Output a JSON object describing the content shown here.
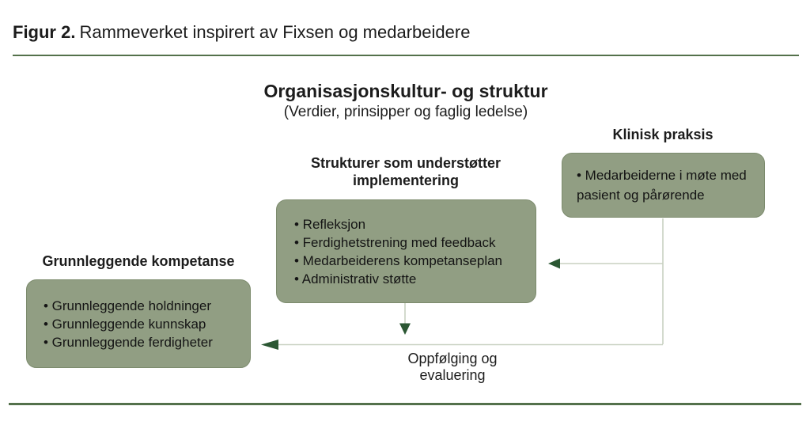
{
  "figure": {
    "label": "Figur 2.",
    "title": "Rammeverket inspirert av Fixsen og medarbeidere"
  },
  "diagram": {
    "org_culture": {
      "heading": "Organisasjonskultur- og struktur",
      "subheading": "(Verdier, prinsipper og faglig ledelse)"
    },
    "klinisk_praksis": {
      "heading": "Klinisk praksis",
      "box_text": "• Medarbeiderne i møte med pasient og pårørende"
    },
    "strukturer": {
      "heading_line1": "Strukturer som understøtter",
      "heading_line2": "implementering",
      "bullets": [
        "• Refleksjon",
        "• Ferdighetstrening med feedback",
        "• Medarbeiderens kompetanseplan",
        "• Administrativ støtte"
      ]
    },
    "grunnleggende": {
      "heading": "Grunnleggende kompetanse",
      "bullets": [
        "• Grunnleggende holdninger",
        "• Grunnleggende kunnskap",
        "• Grunnleggende ferdigheter"
      ]
    },
    "feedback_label": "Oppfølging og evaluering"
  },
  "colors": {
    "text": "#1c1c1c",
    "rule": "#54714b",
    "box_fill": "#919e83",
    "box_border": "#7c8b6d",
    "connector": "#c8d1c1",
    "arrowhead": "#2b5733"
  }
}
